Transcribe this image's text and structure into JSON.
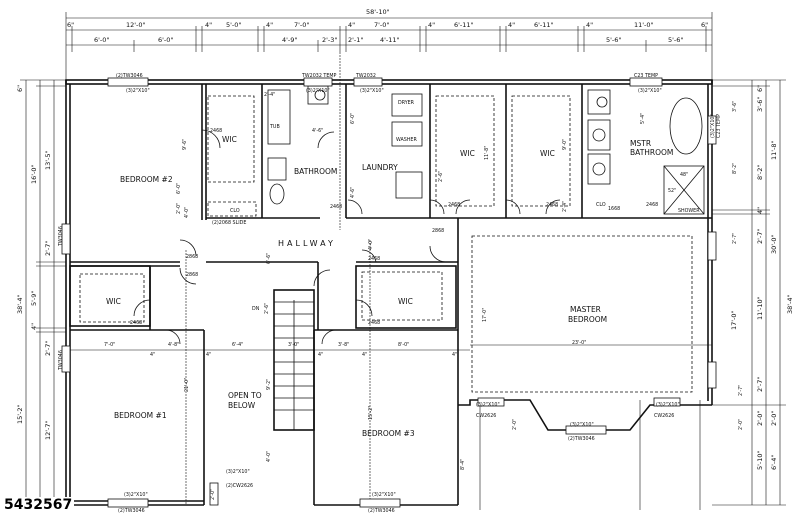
{
  "listing_id": "5432567",
  "overall": {
    "width": "58'-10\"",
    "depth_left": "38'-4\"",
    "depth_right": "38'-4\""
  },
  "rooms": {
    "bedroom2": "BEDROOM #2",
    "bedroom1": "BEDROOM #1",
    "bedroom3": "BEDROOM #3",
    "master_bedroom_1": "MASTER",
    "master_bedroom_2": "BEDROOM",
    "master_bath_1": "MSTR",
    "master_bath_2": "BATHROOM",
    "bathroom": "BATHROOM",
    "laundry": "LAUNDRY",
    "hallway": "HALLWAY",
    "open_1": "OPEN TO",
    "open_2": "BELOW",
    "wic": "WIC",
    "clo": "CLO",
    "dryer": "DRYER",
    "washer": "WASHER",
    "tub": "TUB",
    "shower": "SHOWER",
    "shower_w": "48\"",
    "shower_d": "52\"",
    "dn": "DN"
  },
  "top_dims_row1": [
    "6\"",
    "12'-0\"",
    "4\"",
    "5'-0\"",
    "4\"",
    "7'-0\"",
    "4\"",
    "7'-0\"",
    "4\"",
    "6'-11\"",
    "4\"",
    "6'-11\"",
    "4\"",
    "11'-0\"",
    "6\""
  ],
  "top_dims_row2": [
    "6'-0\"",
    "6'-0\"",
    "4'-9\"",
    "2'-3\"",
    "2'-1\"",
    "4'-11\"",
    "5'-6\"",
    "5'-6\""
  ],
  "windows": {
    "w1": "(2)TW3046",
    "w2": "(3)2\"X10\"",
    "w3": "TW2032 TEMP",
    "w4": "(3)2\"X10\"",
    "w5": "TW2032",
    "w6": "(3)2\"X10\"",
    "w7": "C23 TEMP",
    "w8": "(3)2\"X10\"",
    "w9": "(2)TW3046",
    "w10": "(3)2\"X10\"",
    "w11": "(2)TW3046",
    "w12": "(3)2\"X10\"",
    "w13": "(2)CW2626",
    "w14": "(3)2\"X10\"",
    "w15": "CW2626",
    "w16": "(3)2\"X10\"",
    "w17": "(2)TW3046",
    "w18": "CW2626",
    "w19": "(3)2\"X10\"",
    "w20": "(3)2\"X10\"",
    "w21": "TW3046",
    "w22": "(3)2\"X10\"",
    "w23": "C23 TEMP",
    "w24": "TW3046"
  },
  "doors": {
    "d2468": "2468",
    "d2868": "2868",
    "d2068": "(2)2068 SLIDE",
    "d1668": "1668"
  },
  "interior_dims": {
    "i1": "4'-6\"",
    "i2": "9'-6\"",
    "i3": "6'-0\"",
    "i4": "11'-8\"",
    "i5": "9'-0\"",
    "i6": "5'-4\"",
    "i7": "8'-2\"",
    "i8": "4'-0\"",
    "i9": "6'-6\"",
    "i10": "2'-4\"",
    "i11": "4'-6\"",
    "i12": "17'-0\"",
    "i13": "23'-0\"",
    "i14": "7'-0\"",
    "i15": "4'-8\"",
    "i16": "6'-4\"",
    "i17": "3'-0\"",
    "i18": "3'-8\"",
    "i19": "8'-0\"",
    "i20": "21'-0\"",
    "i21": "9'-2\"",
    "i22": "15'-2\"",
    "i23": "4'-0\"",
    "i24": "8'-4\"",
    "i25": "2'-0\"",
    "i26": "2'-7\"",
    "i27": "2'-4\"",
    "i28": "3'-6\"",
    "i29": "4'-0\"",
    "i30": "2'-6\"",
    "i31": "2'-0\"",
    "i32": "6'-0\"",
    "i33": "2'-6\"",
    "i34": "2'-0\"",
    "i35": "2'-7\"",
    "i36": "2'-0\"",
    "i37": "4\"",
    "i38": "4\"",
    "i39": "4\"",
    "i40": "4\"",
    "i41": "4\""
  },
  "left_dims": [
    "6\"",
    "16'-0\"",
    "13'-5\"",
    "2'-7\"",
    "5'-9\"",
    "4\"",
    "2'-7\"",
    "15'-2\"",
    "12'-7\""
  ],
  "right_dims": [
    "6\"",
    "3'-6\"",
    "11'-8\"",
    "8'-2\"",
    "4\"",
    "30'-0\"",
    "2'-7\"",
    "11'-10\"",
    "17'-0\"",
    "2'-7\"",
    "2'-0\"",
    "2'-0\"",
    "5'-10\"",
    "6'-4\""
  ]
}
